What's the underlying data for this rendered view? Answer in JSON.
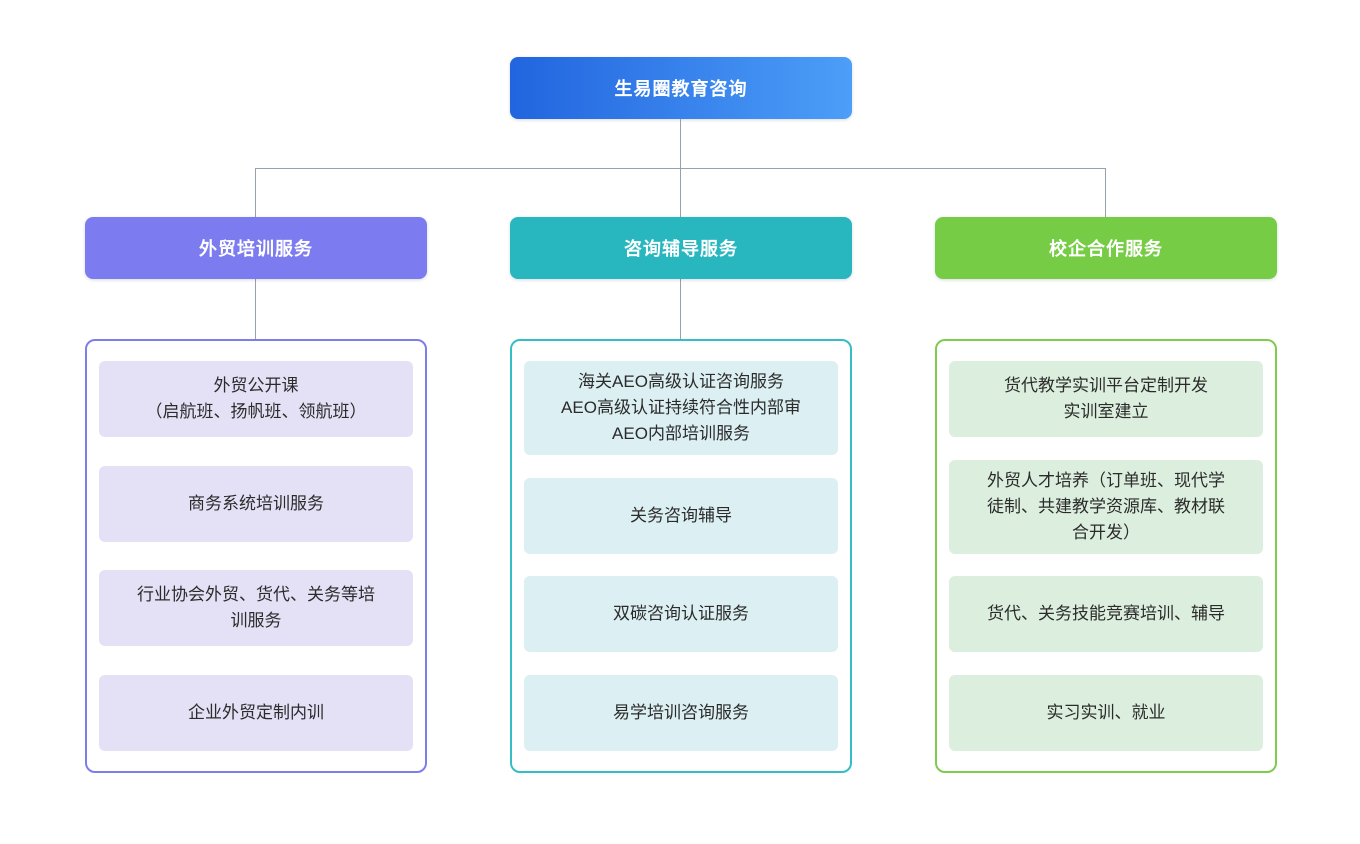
{
  "root": {
    "label": "生易圈教育咨询",
    "gradient_from": "#2265df",
    "gradient_to": "#4c9ef8",
    "text_color": "#ffffff"
  },
  "connector_color": "#97a1ac",
  "columns": [
    {
      "id": "foreign-trade-training",
      "header": "外贸培训服务",
      "header_bg": "#7c7cf0",
      "container_border": "#7d7dee",
      "item_bg": "#e4e1f7",
      "items": [
        {
          "lines": [
            "外贸公开课",
            "（启航班、扬帆班、领航班）"
          ]
        },
        {
          "lines": [
            "商务系统培训服务"
          ]
        },
        {
          "lines": [
            "行业协会外贸、货代、关务等培",
            "训服务"
          ]
        },
        {
          "lines": [
            "企业外贸定制内训"
          ]
        }
      ]
    },
    {
      "id": "consulting-coaching",
      "header": "咨询辅导服务",
      "header_bg": "#29b7bf",
      "container_border": "#35bec6",
      "item_bg": "#dceff2",
      "items": [
        {
          "lines": [
            "海关AEO高级认证咨询服务",
            "AEO高级认证持续符合性内部审",
            "AEO内部培训服务"
          ]
        },
        {
          "lines": [
            "关务咨询辅导"
          ]
        },
        {
          "lines": [
            "双碳咨询认证服务"
          ]
        },
        {
          "lines": [
            "易学培训咨询服务"
          ]
        }
      ]
    },
    {
      "id": "school-enterprise-cooperation",
      "header": "校企合作服务",
      "header_bg": "#76cc45",
      "container_border": "#7ecc4d",
      "item_bg": "#dcefde",
      "items": [
        {
          "lines": [
            "货代教学实训平台定制开发",
            "实训室建立"
          ]
        },
        {
          "lines": [
            "外贸人才培养（订单班、现代学",
            "徒制、共建教学资源库、教材联",
            "合开发）"
          ]
        },
        {
          "lines": [
            "货代、关务技能竞赛培训、辅导"
          ]
        },
        {
          "lines": [
            "实习实训、就业"
          ]
        }
      ]
    }
  ]
}
